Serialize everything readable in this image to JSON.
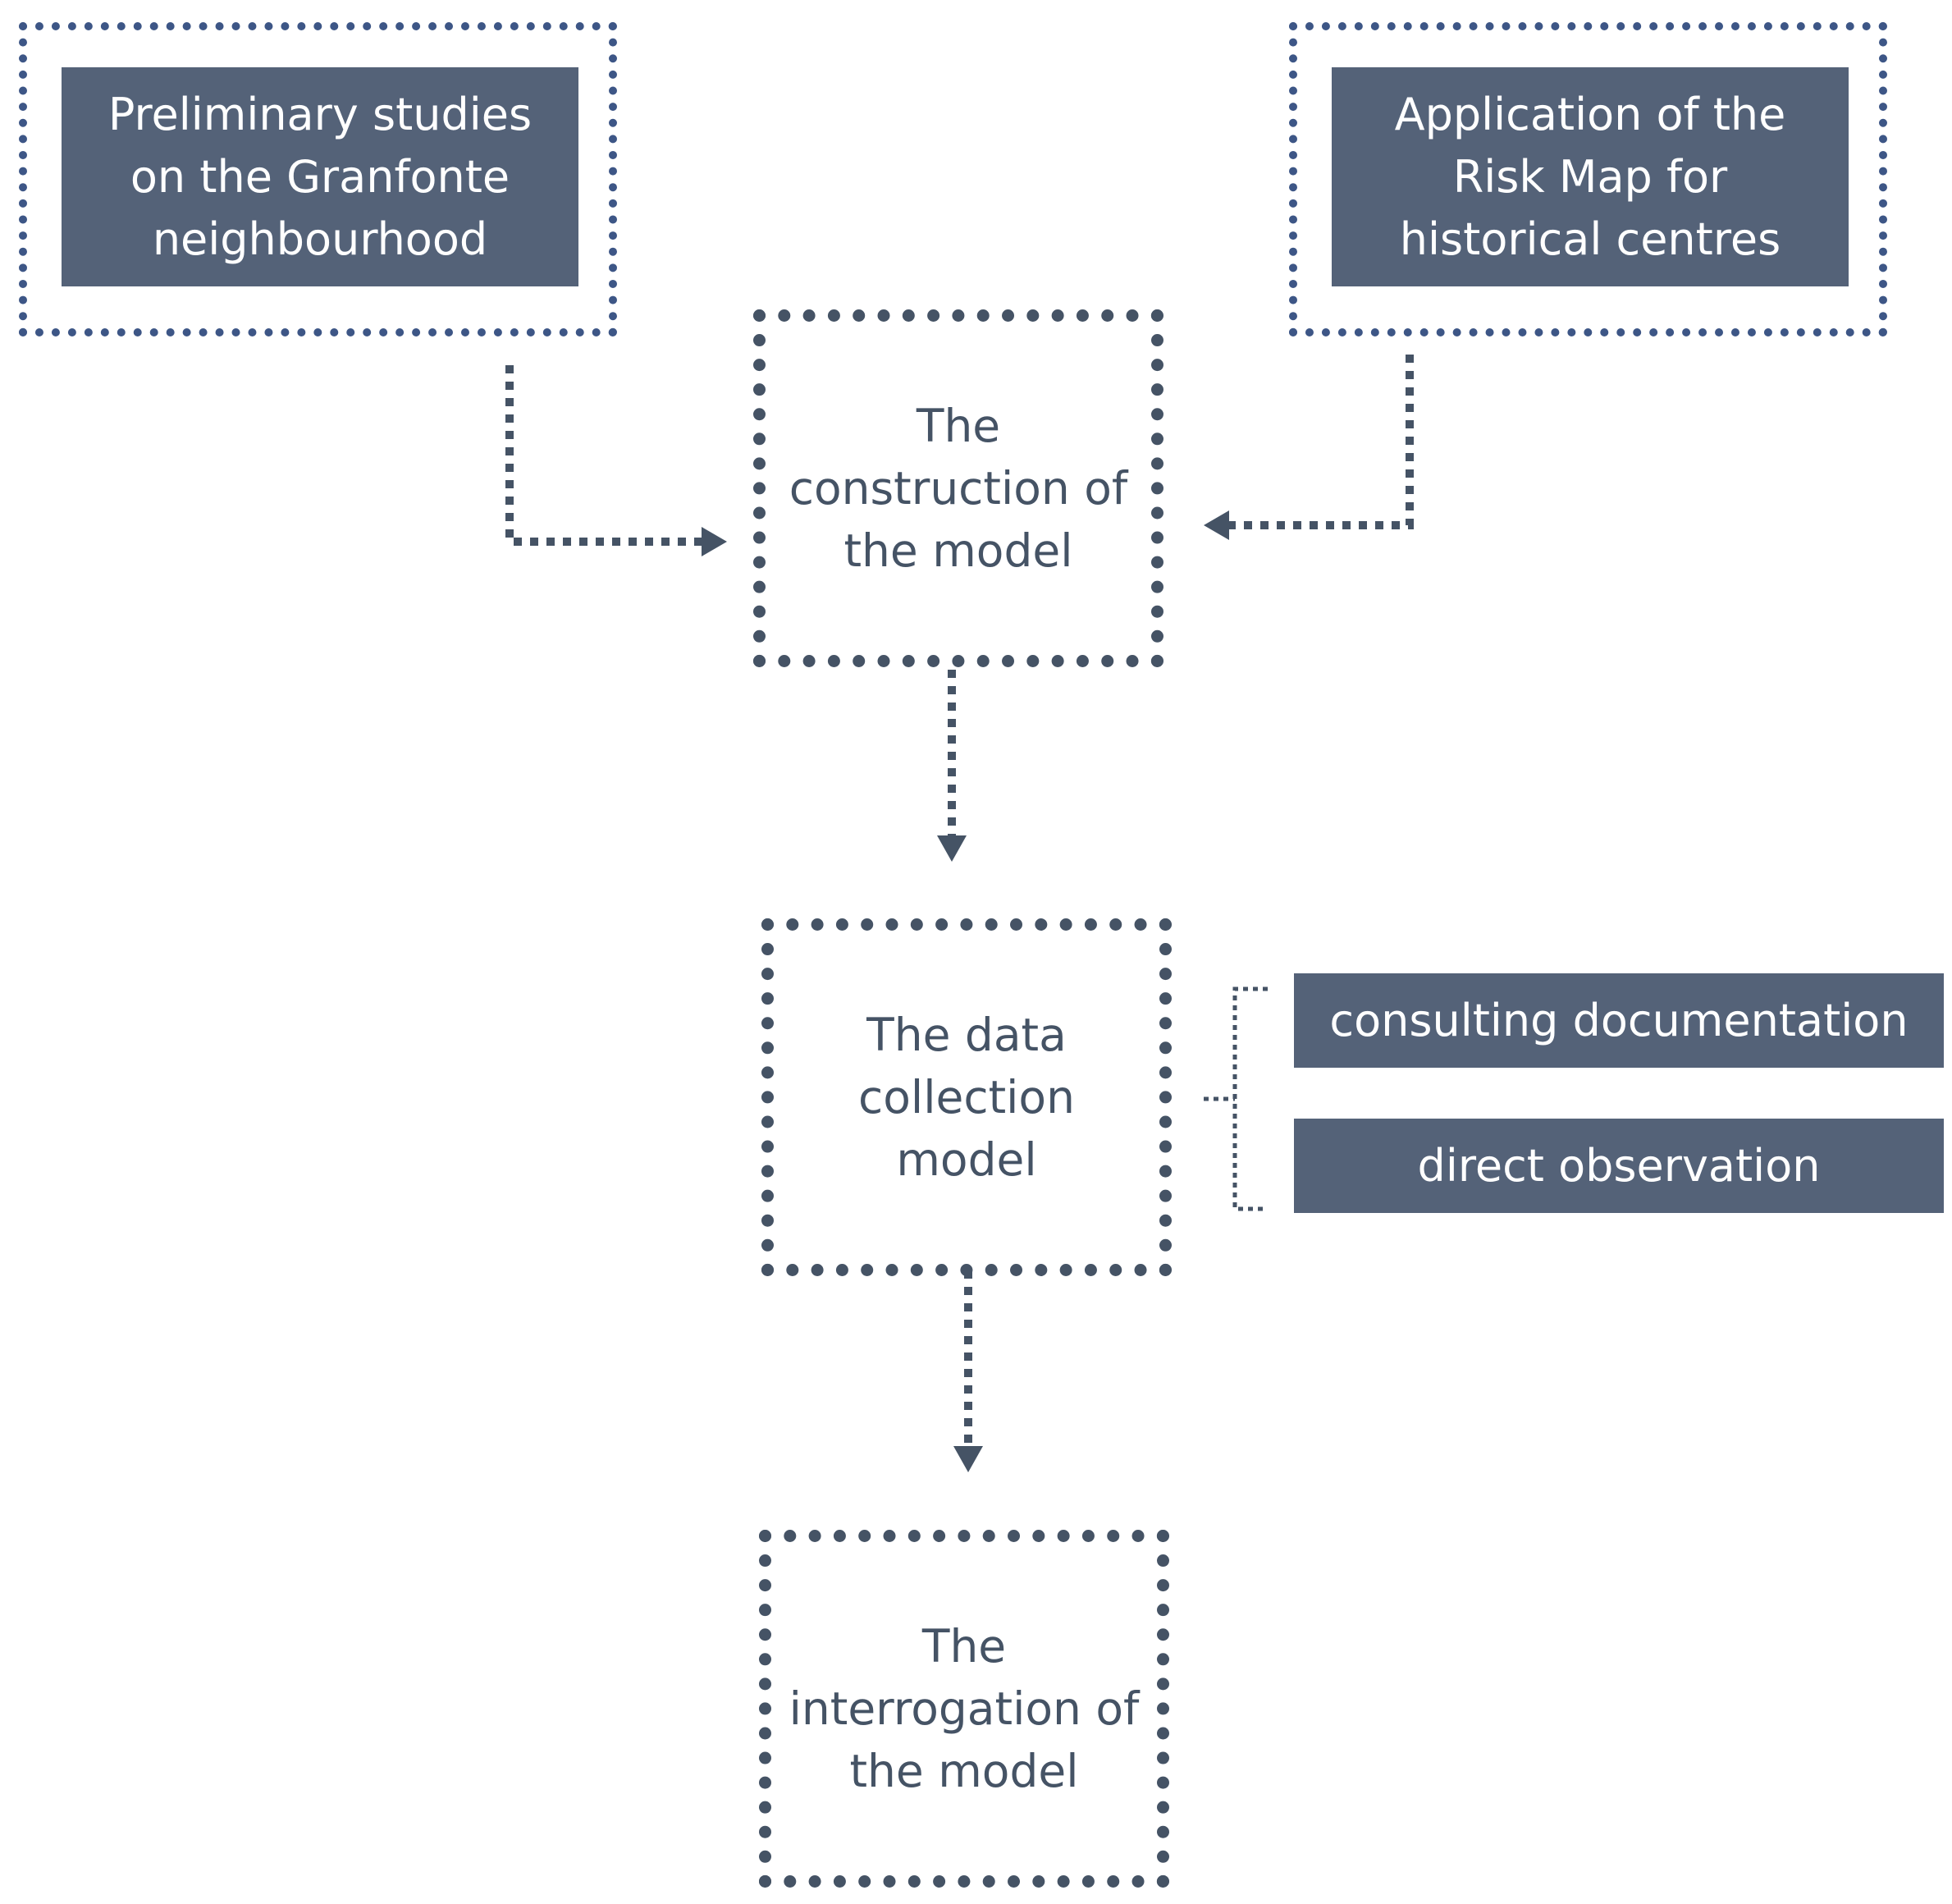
{
  "nodes": {
    "preliminary": {
      "label": "Preliminary studies\non the Granfonte\nneighbourhood"
    },
    "risk_map": {
      "label": "Application of the\nRisk Map for\nhistorical centres"
    },
    "construction": {
      "label": "The\nconstruction of\nthe model"
    },
    "data_collection": {
      "label": "The data\ncollection\nmodel"
    },
    "consulting": {
      "label": "consulting documentation"
    },
    "observation": {
      "label": "direct observation"
    },
    "interrogation": {
      "label": "The\ninterrogation of\nthe model"
    }
  },
  "colors": {
    "dark_fill": "#546278",
    "step_border": "#455365",
    "frame_border": "#3d5686",
    "connector": "#455365"
  }
}
